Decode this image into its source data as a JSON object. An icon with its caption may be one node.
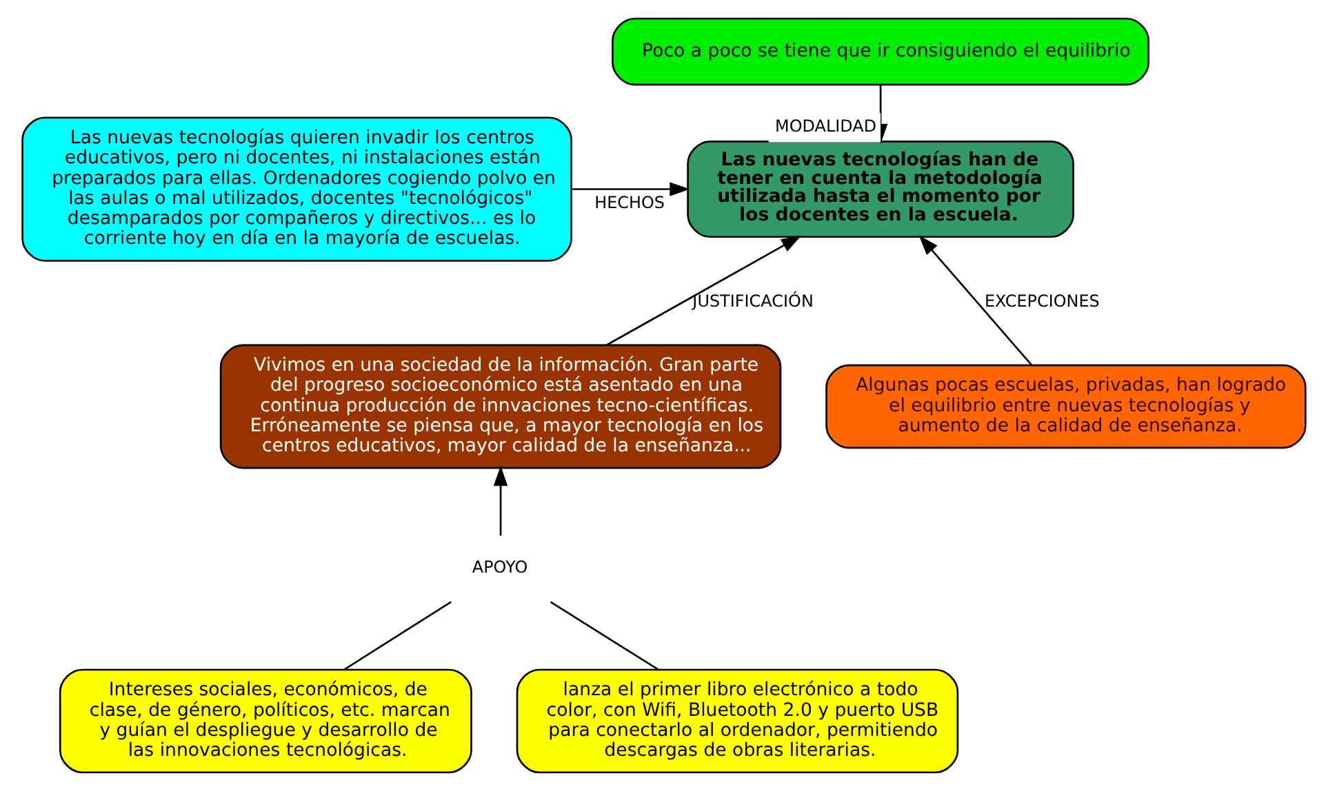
{
  "diagram": {
    "nodes": [
      {
        "text": [
          "Poco a poco se tiene que ir consiguiendo el equilibrio"
        ]
      },
      {
        "text": [
          "Las nuevas tecnologías quieren invadir los centros educativos, pero ni docentes, ni instalaciones están preparados para ellas. Ordenadores cogiendo polvo en las aulas o mal utilizados, docentes \"tecnológicos\" desamparados por compañeros y directivos... es lo corriente hoy en día en la mayoría de escuelas."
        ]
      },
      {
        "text": [
          "Las nuevas tecnologías han de tener en cuenta la metodología utilizada hasta el momento por los docentes en la escuela."
        ]
      },
      {
        "text": [
          "Vivimos en una sociedad de la información. Gran parte del progreso socioeconómico está asentado en una continua producción de innvaciones tecno-científicas. Erróneamente se piensa que, a mayor tecnología en los centros educativos, mayor calidad de la enseñanza..."
        ]
      },
      {
        "text": [
          "Algunas pocas escuelas, privadas, han logrado el equilibrio entre nuevas tecnologías y aumento de la calidad de enseñanza."
        ]
      },
      {
        "text": [
          "APOYO"
        ]
      },
      {
        "text": [
          "Intereses sociales, económicos, de clase, de género, políticos, etc. marcan y guían el despliegue y desarrollo de las innovaciones tecnológicas."
        ]
      },
      {
        "text": [
          "lanza el primer libro electrónico a todo color, con Wifi, Bluetooth 2.0 y puerto USB para conectarlo al ordenador, permitiendo descargas de obras literarias."
        ]
      }
    ],
    "edges": [
      {
        "from": 0,
        "to": 2,
        "arrow": "to",
        "label": "MODALIDAD"
      },
      {
        "from": 1,
        "to": 2,
        "arrow": "to",
        "label": "HECHOS"
      },
      {
        "from": 3,
        "to": 2,
        "arrow": "to",
        "label": "JUSTIFICACIÓN"
      },
      {
        "from": 4,
        "to": 2,
        "arrow": "to",
        "label": "EXCEPCIONES"
      },
      {
        "from": 6,
        "to": 5,
        "arrow": "none"
      },
      {
        "from": 7,
        "to": 5,
        "arrow": "none"
      },
      {
        "from": 5,
        "to": 3,
        "arrow": "to"
      }
    ]
  }
}
